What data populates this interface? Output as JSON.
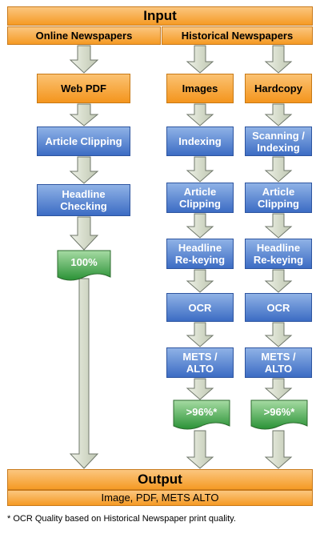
{
  "header": {
    "title": "Input"
  },
  "columns": {
    "online": {
      "label": "Online Newspapers"
    },
    "historical": {
      "label": "Historical Newspapers"
    }
  },
  "online_flow": [
    "Web PDF",
    "Article Clipping",
    "Headline Checking"
  ],
  "images_flow": [
    "Images",
    "Indexing",
    "Article Clipping",
    "Headline Re-keying",
    "OCR",
    "METS / ALTO"
  ],
  "hardcopy_flow": [
    "Hardcopy",
    "Scanning / Indexing",
    "Article Clipping",
    "Headline Re-keying",
    "OCR",
    "METS / ALTO"
  ],
  "results": {
    "online": "100%",
    "images": ">96%*",
    "hardcopy": ">96%*"
  },
  "footer": {
    "title": "Output",
    "formats": "Image, PDF, METS  ALTO"
  },
  "footnote": "* OCR Quality based on Historical Newspaper print quality.",
  "colors": {
    "orange": "#f59a24",
    "blue": "#3c6cc4",
    "green": "#2f9a3a",
    "arrow": "#d9dfd0",
    "arrow_border": "#6f776a"
  }
}
